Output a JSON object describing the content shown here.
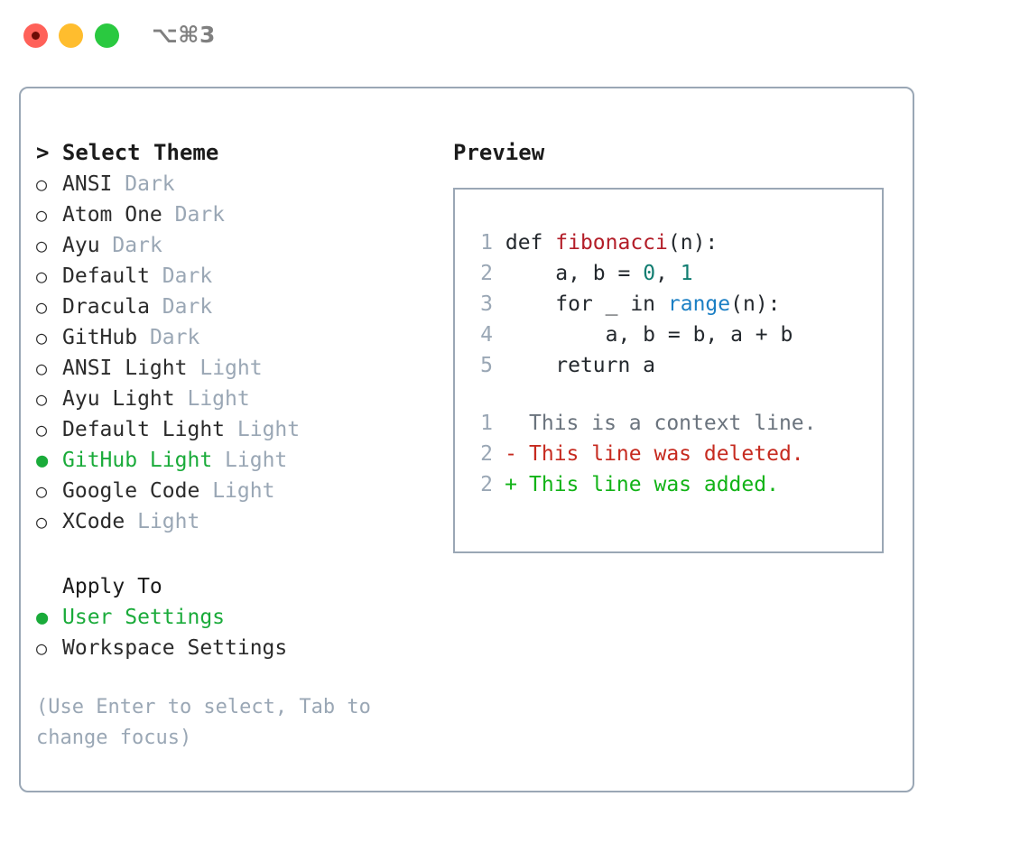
{
  "titlebar": {
    "shortcut": "⌥⌘3",
    "traffic_lights": [
      {
        "name": "close",
        "color": "#ff6159"
      },
      {
        "name": "minimize",
        "color": "#ffbd2e"
      },
      {
        "name": "maximize",
        "color": "#2ac940"
      }
    ]
  },
  "theme_picker": {
    "header": "> Select Theme",
    "bullet_unselected": "○",
    "bullet_selected": "●",
    "selected_color": "#1aab3a",
    "muted_color": "#9aa7b5",
    "items": [
      {
        "bullet": "○",
        "name": "ANSI",
        "kind": "Dark",
        "selected": false
      },
      {
        "bullet": "○",
        "name": "Atom One",
        "kind": "Dark",
        "selected": false
      },
      {
        "bullet": "○",
        "name": "Ayu",
        "kind": "Dark",
        "selected": false
      },
      {
        "bullet": "○",
        "name": "Default",
        "kind": "Dark",
        "selected": false
      },
      {
        "bullet": "○",
        "name": "Dracula",
        "kind": "Dark",
        "selected": false
      },
      {
        "bullet": "○",
        "name": "GitHub",
        "kind": "Dark",
        "selected": false
      },
      {
        "bullet": "○",
        "name": "ANSI Light",
        "kind": "Light",
        "selected": false
      },
      {
        "bullet": "○",
        "name": "Ayu Light",
        "kind": "Light",
        "selected": false
      },
      {
        "bullet": "○",
        "name": "Default Light",
        "kind": "Light",
        "selected": false
      },
      {
        "bullet": "●",
        "name": "GitHub Light",
        "kind": "Light",
        "selected": true
      },
      {
        "bullet": "○",
        "name": "Google Code",
        "kind": "Light",
        "selected": false
      },
      {
        "bullet": "○",
        "name": "XCode",
        "kind": "Light",
        "selected": false
      }
    ]
  },
  "apply_to": {
    "heading": "Apply To",
    "options": [
      {
        "bullet": "●",
        "label": "User Settings",
        "selected": true
      },
      {
        "bullet": "○",
        "label": "Workspace Settings",
        "selected": false
      }
    ]
  },
  "hint": "(Use Enter to select, Tab to change focus)",
  "preview": {
    "title": "Preview",
    "code_lines": [
      {
        "no": "1",
        "parts": [
          {
            "text": "def ",
            "tok": "plain"
          },
          {
            "text": "fibonacci",
            "tok": "fn"
          },
          {
            "text": "(n):",
            "tok": "plain"
          }
        ]
      },
      {
        "no": "2",
        "parts": [
          {
            "text": "    a, b = ",
            "tok": "plain"
          },
          {
            "text": "0",
            "tok": "num"
          },
          {
            "text": ", ",
            "tok": "plain"
          },
          {
            "text": "1",
            "tok": "num"
          }
        ]
      },
      {
        "no": "3",
        "parts": [
          {
            "text": "    for _ in ",
            "tok": "plain"
          },
          {
            "text": "range",
            "tok": "call"
          },
          {
            "text": "(n):",
            "tok": "plain"
          }
        ]
      },
      {
        "no": "4",
        "parts": [
          {
            "text": "        a, b = b, a + b",
            "tok": "plain"
          }
        ]
      },
      {
        "no": "5",
        "parts": [
          {
            "text": "    return a",
            "tok": "plain"
          }
        ]
      }
    ],
    "diff_lines": [
      {
        "no": "1",
        "marker": " ",
        "text": "This is a context line.",
        "kind": "ctx"
      },
      {
        "no": "2",
        "marker": "-",
        "text": "This line was deleted.",
        "kind": "del"
      },
      {
        "no": "2",
        "marker": "+",
        "text": "This line was added.",
        "kind": "add"
      }
    ],
    "colors": {
      "function": "#b31d28",
      "number": "#117d71",
      "call": "#1b7fc4",
      "context": "#6a737d",
      "deleted": "#c62a1f",
      "added": "#12b317",
      "lineno": "#9aa7b5"
    }
  }
}
